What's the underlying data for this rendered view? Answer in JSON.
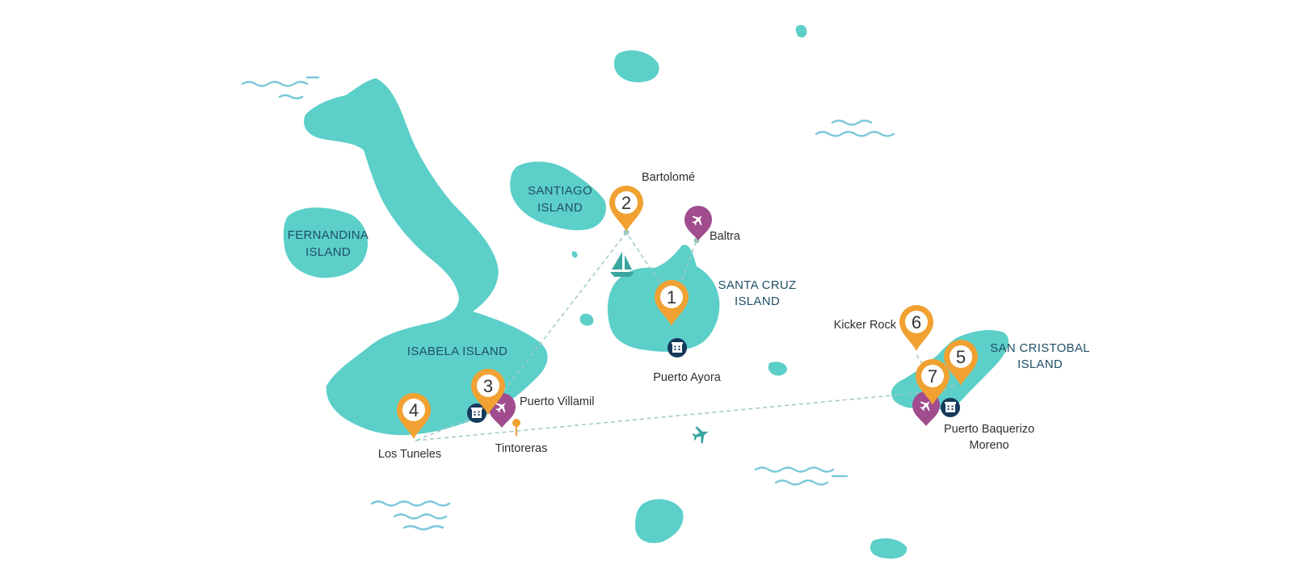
{
  "map": {
    "colors": {
      "island": "#5ccfc9",
      "route": "#9fc9c4",
      "stop_pin": "#f1a131",
      "airport_pin": "#a04c8e",
      "hotel_marker": "#153a5c",
      "waves": "#7cc8dc",
      "labels": "#1f4f66"
    },
    "islands": {
      "isabela": "ISABELA ISLAND",
      "fernandina_line1": "FERNANDINA",
      "fernandina_line2": "ISLAND",
      "santiago_line1": "SANTIAGO",
      "santiago_line2": "ISLAND",
      "santa_cruz_line1": "SANTA CRUZ",
      "santa_cruz_line2": "ISLAND",
      "san_cristobal_line1": "SAN CRISTOBAL",
      "san_cristobal_line2": "ISLAND"
    },
    "places": {
      "bartolome": "Bartolomé",
      "baltra": "Baltra",
      "puerto_ayora": "Puerto Ayora",
      "puerto_villamil": "Puerto Villamil",
      "tintoreras": "Tintoreras",
      "los_tuneles": "Los Tuneles",
      "kicker_rock": "Kicker Rock",
      "puerto_baquerizo_line1": "Puerto Baquerizo",
      "puerto_baquerizo_line2": "Moreno"
    },
    "stops": [
      "1",
      "2",
      "3",
      "4",
      "5",
      "6",
      "7"
    ],
    "icons": {
      "stop": "map-pin-icon",
      "airport": "airplane-icon",
      "hotel": "hotel-icon",
      "boat": "sailboat-icon",
      "flight": "airplane-icon"
    }
  }
}
